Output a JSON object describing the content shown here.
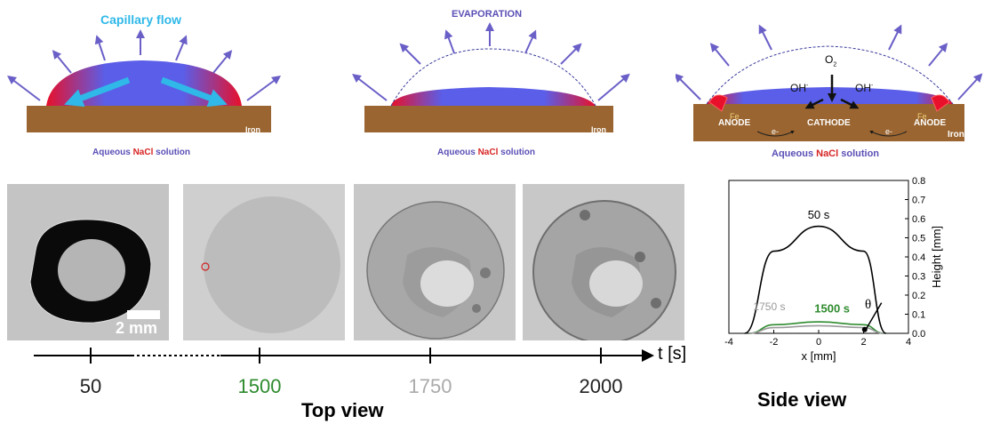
{
  "panels": {
    "capillary": {
      "title": "Capillary flow",
      "caption_a": "Aqueous ",
      "caption_b": "NaCl",
      "caption_c": " solution",
      "substrate": "Iron"
    },
    "evaporation": {
      "title": "EVAPORATION",
      "caption_a": "Aqueous ",
      "caption_b": "NaCl",
      "caption_c": " solution",
      "substrate": "Iron"
    },
    "corrosion": {
      "o2": "O",
      "o2_sub": "2",
      "oh": "OH",
      "oh_sup": "-",
      "anode_left": "ANODE",
      "cathode": "CATHODE",
      "anode_right": "ANODE",
      "electron": "e-",
      "fe": "Fe",
      "substrate": "Iron",
      "caption_a": "Aqueous ",
      "caption_b": "NaCl",
      "caption_c": " solution"
    }
  },
  "photos": {
    "scale_label": "2 mm"
  },
  "timeline": {
    "axis_label": "t [s]",
    "ticks": [
      {
        "label": "50",
        "color": "#222222"
      },
      {
        "label": "1500",
        "color": "#2e8b2e"
      },
      {
        "label": "1750",
        "color": "#aaaaaa"
      },
      {
        "label": "2000",
        "color": "#222222"
      }
    ],
    "top_view_label": "Top view"
  },
  "side_view_label": "Side view",
  "chart_data": {
    "type": "line",
    "xlabel": "x [mm]",
    "ylabel": "Height [mm]",
    "xlim": [
      -4,
      4
    ],
    "ylim": [
      0,
      0.8
    ],
    "xticks": [
      "-4",
      "-2",
      "0",
      "2",
      "4"
    ],
    "yticks": [
      "0.0",
      "0.1",
      "0.2",
      "0.3",
      "0.4",
      "0.5",
      "0.6",
      "0.7",
      "0.8"
    ],
    "angle_label": "θ",
    "series": [
      {
        "name": "50 s",
        "color": "#000000",
        "x": [
          -3.3,
          -2,
          0,
          2,
          3.0
        ],
        "y": [
          0.0,
          0.43,
          0.56,
          0.43,
          0.0
        ]
      },
      {
        "name": "1500 s",
        "color": "#2e8b2e",
        "x": [
          -3.1,
          -2,
          0,
          2,
          2.9
        ],
        "y": [
          0.0,
          0.045,
          0.06,
          0.045,
          0.0
        ]
      },
      {
        "name": "1750 s",
        "color": "#999999",
        "x": [
          -3.1,
          -2,
          0,
          2,
          2.9
        ],
        "y": [
          0.0,
          0.03,
          0.04,
          0.03,
          0.0
        ]
      }
    ]
  }
}
